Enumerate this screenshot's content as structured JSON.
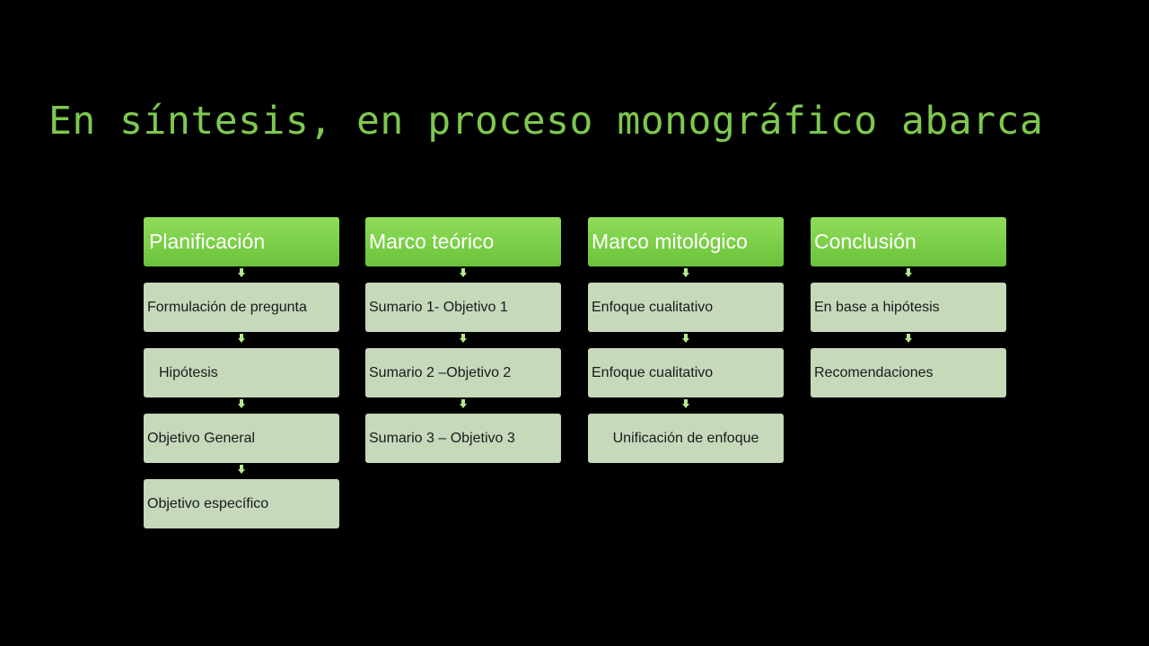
{
  "slide": {
    "title": "En síntesis, en proceso monográfico abarca"
  },
  "diagram": {
    "columns": [
      {
        "header": "Planificación",
        "items": [
          "Formulación de pregunta",
          "Hipótesis",
          "Objetivo General",
          "Objetivo específico"
        ]
      },
      {
        "header": "Marco teórico",
        "items": [
          "Sumario 1- Objetivo 1",
          "Sumario 2 –Objetivo 2",
          "Sumario 3 – Objetivo 3"
        ]
      },
      {
        "header": "Marco mitológico",
        "items": [
          "Enfoque cualitativo",
          "Enfoque cualitativo",
          "Unificación de enfoque"
        ]
      },
      {
        "header": "Conclusión",
        "items": [
          "En base a hipótesis",
          "Recomendaciones"
        ]
      }
    ]
  },
  "colors": {
    "background": "#000000",
    "title": "#7ec850",
    "header": "#7ed24a",
    "item": "#c6d9bb",
    "arrow": "#b6e88e"
  }
}
